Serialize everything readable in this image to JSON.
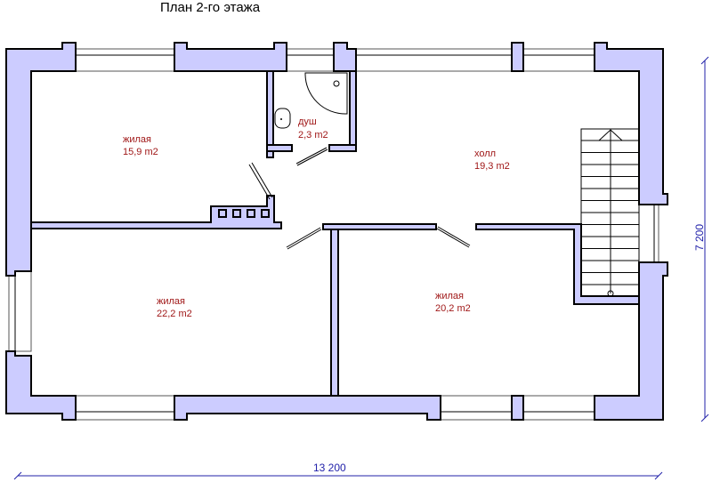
{
  "title": "План 2-го этажа",
  "rooms": [
    {
      "name": "жилая",
      "area": "15,9 m2"
    },
    {
      "name": "душ",
      "area": "2,3 m2"
    },
    {
      "name": "холл",
      "area": "19,3 m2"
    },
    {
      "name": "жилая",
      "area": "22,2 m2"
    },
    {
      "name": "жилая",
      "area": "20,2 m2"
    }
  ],
  "dimensions": {
    "width": "13 200",
    "height": "7 200"
  },
  "colors": {
    "wall": "#ccccff",
    "labels": "#a01818",
    "dimensions": "#2222aa"
  }
}
